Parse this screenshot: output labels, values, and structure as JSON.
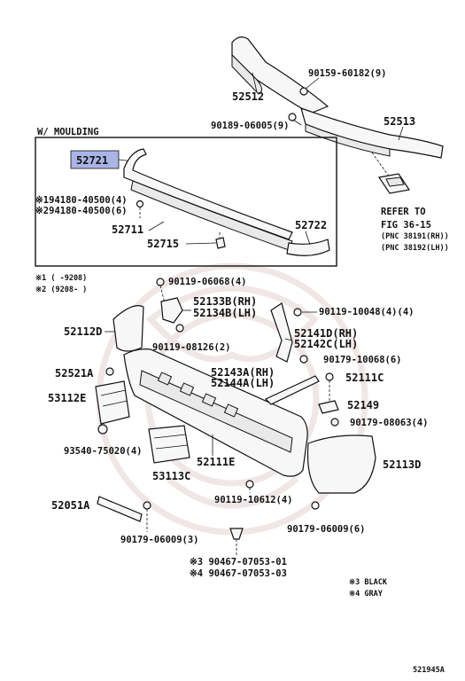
{
  "diagram_code": "521945A",
  "section_title": "W/ MOULDING",
  "refer": {
    "line1": "REFER TO",
    "line2": "FIG 36-15",
    "line3": "(PNC 38191(RH))",
    "line4": "(PNC 38192(LH))"
  },
  "footnotes": {
    "note1": "※1 (    -9208)",
    "note2": "※2 (9208-    )"
  },
  "color_notes": {
    "black": "※3 BLACK",
    "gray": "※4 GRAY"
  },
  "highlighted_part": "52721",
  "labels": {
    "p52512": "52512",
    "p90159": "90159-60182(9)",
    "p90189": "90189-06005(9)",
    "p52513": "52513",
    "p94180a": "※194180-40500(4)",
    "p94180b": "※294180-40500(6)",
    "p52711": "52711",
    "p52715": "52715",
    "p52722": "52722",
    "p90119a": "90119-06068(4)",
    "p52133b": "52133B(RH)",
    "p52134b": "52134B(LH)",
    "p90119b": "90119-10048(4)(4)",
    "p52112d": "52112D",
    "p90119c": "90119-08126(2)",
    "p52141d": "52141D(RH)",
    "p52142c": "52142C(LH)",
    "p90179a": "90179-10068(6)",
    "p52521a": "52521A",
    "p52143a": "52143A(RH)",
    "p52144a": "52144A(LH)",
    "p52111c": "52111C",
    "p53112e": "53112E",
    "p52149": "52149",
    "p90179b": "90179-08063(4)",
    "p93540": "93540-75020(4)",
    "p52111e": "52111E",
    "p52113d": "52113D",
    "p53113c": "53113C",
    "p52051a": "52051A",
    "p90119d": "90119-10612(4)",
    "p90179c": "90179-06009(3)",
    "p90179d": "90179-06009(6)",
    "p90467a": "※3 90467-07053-01",
    "p90467b": "※4 90467-07053-03"
  },
  "colors": {
    "highlight": "#aab4e6",
    "watermark": "#f1e6e6",
    "ink": "#111111"
  }
}
